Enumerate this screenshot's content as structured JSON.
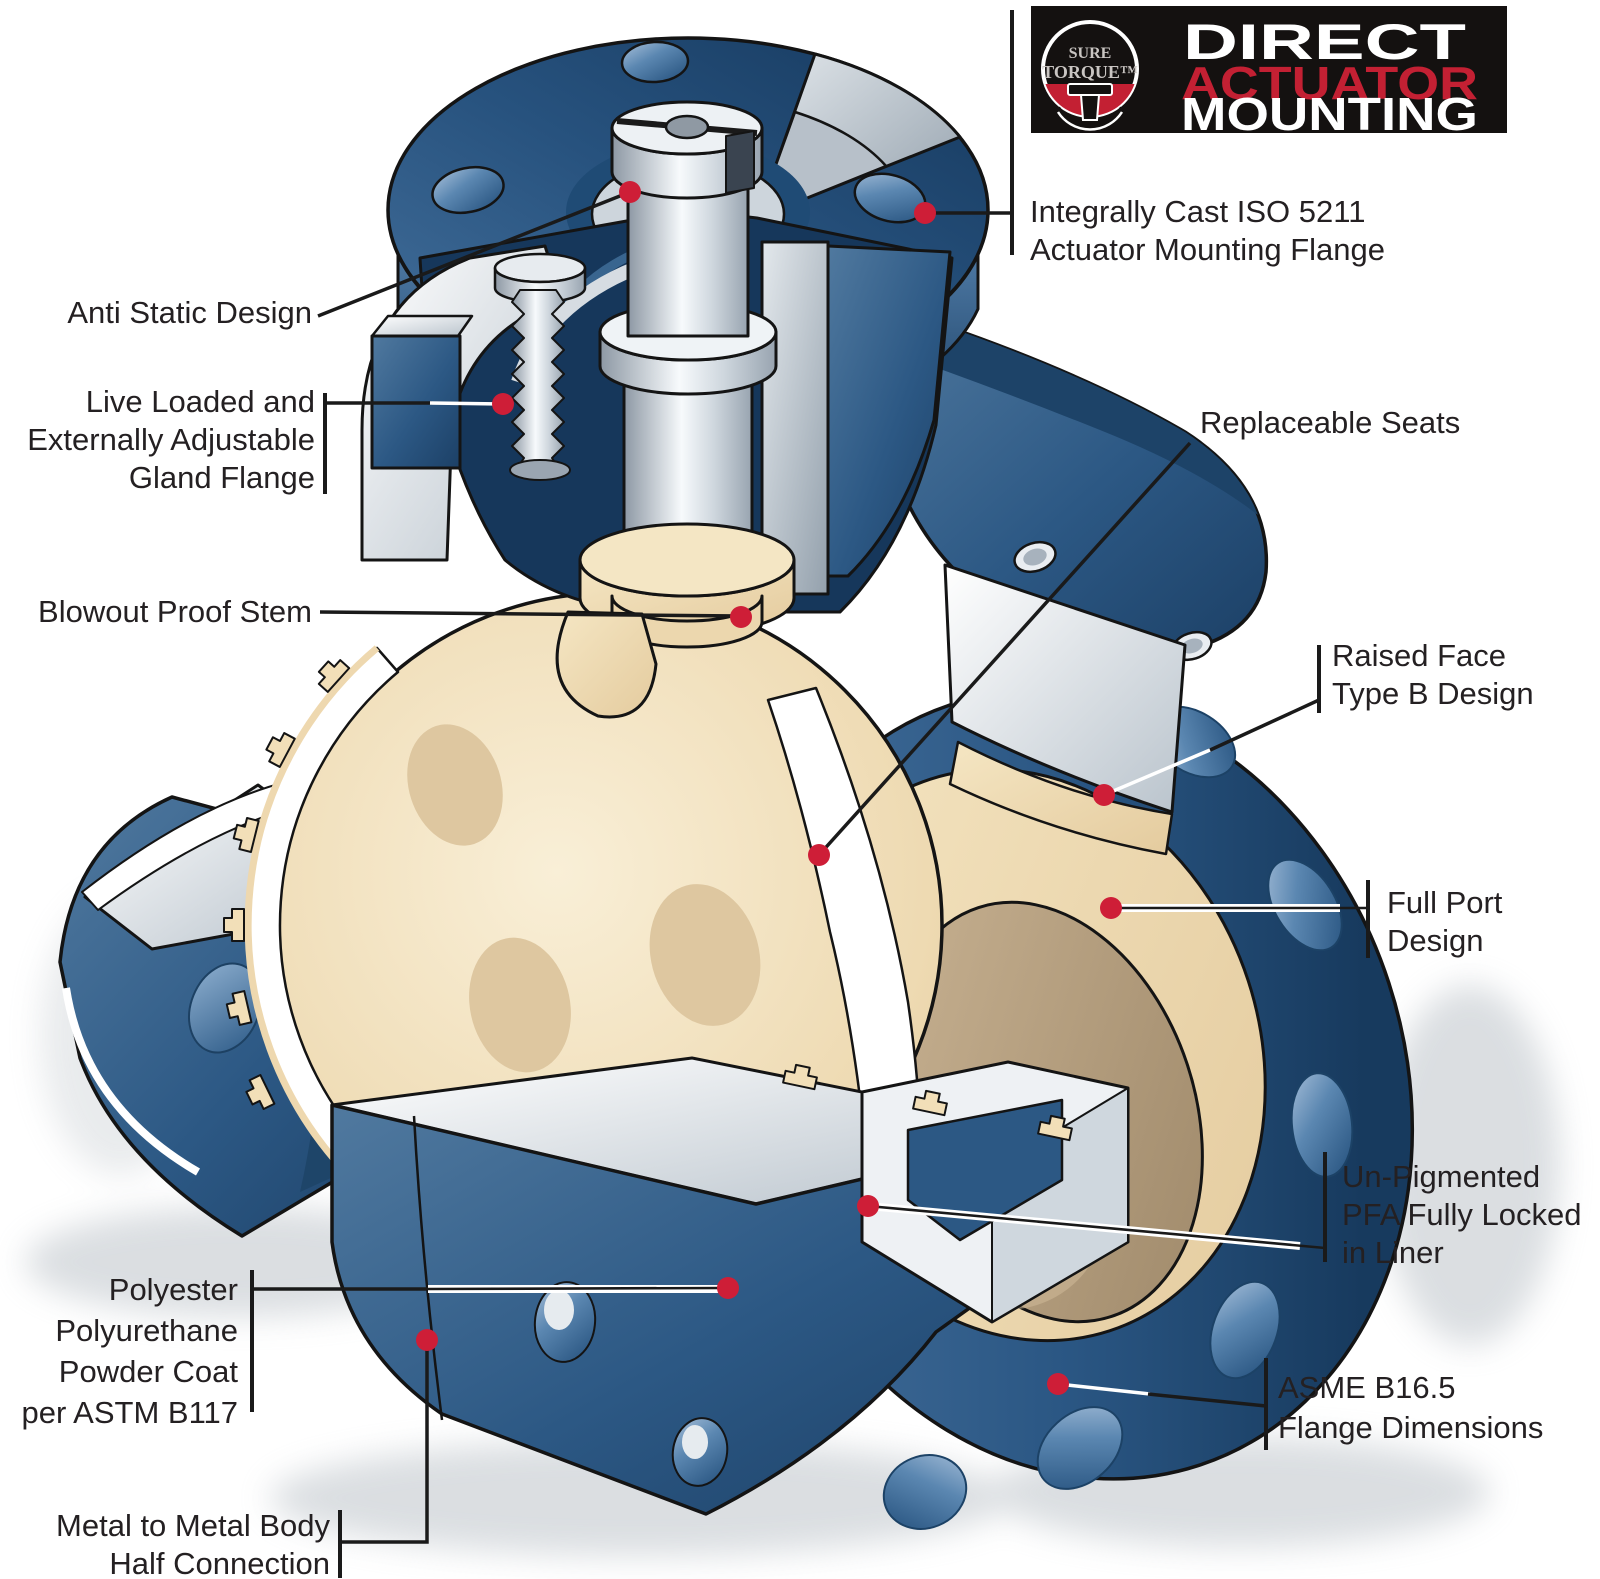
{
  "title": "Direct Actuator Mounting lined ball valve cutaway diagram",
  "logo": {
    "badge_top": "SURE",
    "badge_bottom": "TORQUE™",
    "line1": "DIRECT",
    "line2": "ACTUATOR",
    "line3": "MOUNTING"
  },
  "callouts": {
    "iso5211": {
      "lines": [
        "Integrally Cast ISO 5211",
        "Actuator Mounting Flange"
      ]
    },
    "anti_static": {
      "lines": [
        "Anti Static Design"
      ]
    },
    "live_loaded": {
      "lines": [
        "Live Loaded and",
        "Externally Adjustable",
        "Gland Flange"
      ]
    },
    "blowout": {
      "lines": [
        "Blowout Proof Stem"
      ]
    },
    "seats": {
      "lines": [
        "Replaceable Seats"
      ]
    },
    "raised_face": {
      "lines": [
        "Raised Face",
        "Type B Design"
      ]
    },
    "full_port": {
      "lines": [
        "Full Port",
        "Design"
      ]
    },
    "unpigmented": {
      "lines": [
        "Un-Pigmented",
        "PFA Fully Locked",
        "in Liner"
      ]
    },
    "asme": {
      "lines": [
        "ASME B16.5",
        "Flange Dimensions"
      ]
    },
    "powder_coat": {
      "lines": [
        "Polyester",
        "Polyurethane",
        "Powder Coat",
        "per ASTM B117"
      ]
    },
    "metal_body": {
      "lines": [
        "Metal to Metal Body",
        "Half Connection"
      ]
    }
  },
  "palette": {
    "body_blue": "#2C5884",
    "liner_cream": "#F0DCB4",
    "steel": "#C9D1D9",
    "marker_red": "#CE1E37",
    "logo_red": "#C32033",
    "logo_black": "#141110",
    "text": "#242022"
  }
}
